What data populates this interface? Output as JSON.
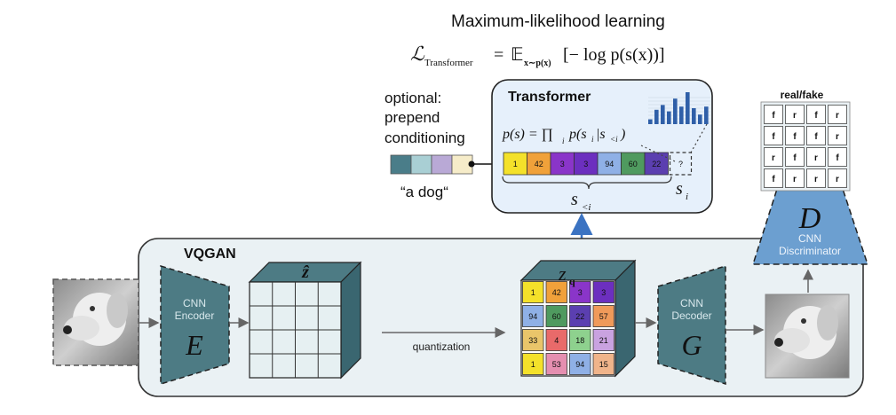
{
  "heading": {
    "title": "Maximum-likelihood learning",
    "loss_lhs": "ℒ",
    "loss_lhs_sub": "Transformer",
    "loss_eq": "=",
    "loss_E": "𝔼",
    "loss_E_sub": "x∼p(x)",
    "loss_rhs": "[− log p(s(x))]"
  },
  "conditioning": {
    "line1": "optional:",
    "line2": "prepend",
    "line3": "conditioning",
    "caption": "“a dog“",
    "colors": [
      "#4a7d89",
      "#a9cfd4",
      "#b9a9d6",
      "#f6ecc9"
    ]
  },
  "transformer": {
    "title": "Transformer",
    "formula_p": "p(s) = ∏",
    "formula_i": "i",
    "formula_rest": "p(s",
    "formula_i2": "i",
    "formula_bar": "|s",
    "formula_lt": "<i",
    "formula_close": ")",
    "seq_values": [
      "1",
      "42",
      "3",
      "3",
      "94",
      "60",
      "22"
    ],
    "seq_colors": [
      "#f4e12a",
      "#f0a13a",
      "#8a35c9",
      "#6c2fbf",
      "#8fb0e6",
      "#4f9a5f",
      "#5b3fb0"
    ],
    "unknown_token": "?",
    "s_lt_label": "s",
    "s_lt_sub": "<i",
    "s_i_label": "s",
    "s_i_sub": "i",
    "hist_values": [
      0.15,
      0.45,
      0.6,
      0.4,
      0.8,
      0.55,
      1.0,
      0.5,
      0.3,
      0.55
    ],
    "hist_color": "#2f5fa8"
  },
  "discriminator": {
    "title": "real/fake",
    "grid": [
      [
        "f",
        "r",
        "f",
        "r"
      ],
      [
        "f",
        "f",
        "f",
        "r"
      ],
      [
        "r",
        "f",
        "r",
        "f"
      ],
      [
        "f",
        "r",
        "r",
        "r"
      ]
    ],
    "letter": "D",
    "label1": "CNN",
    "label2": "Discriminator"
  },
  "vqgan": {
    "title": "VQGAN",
    "encoder_l1": "CNN",
    "encoder_l2": "Encoder",
    "encoder_letter": "E",
    "decoder_l1": "CNN",
    "decoder_l2": "Decoder",
    "decoder_letter": "G",
    "z_hat_label": "ẑ",
    "zq_label": "z",
    "zq_sub": "q",
    "quantization_label": "quantization",
    "zq_values": [
      [
        "1",
        "42",
        "3",
        "3"
      ],
      [
        "94",
        "60",
        "22",
        "57"
      ],
      [
        "33",
        "4",
        "18",
        "21"
      ],
      [
        "1",
        "53",
        "94",
        "15"
      ]
    ],
    "zq_colors": [
      [
        "#f4e12a",
        "#f0a13a",
        "#8a35c9",
        "#6c2fbf"
      ],
      [
        "#8fb0e6",
        "#4f9a5f",
        "#5b3fb0",
        "#f09a5a"
      ],
      [
        "#e9c56a",
        "#e96a6a",
        "#8ed18e",
        "#c9a2e0"
      ],
      [
        "#f4e12a",
        "#e58fb0",
        "#8fb0e6",
        "#f0b48a"
      ]
    ]
  }
}
